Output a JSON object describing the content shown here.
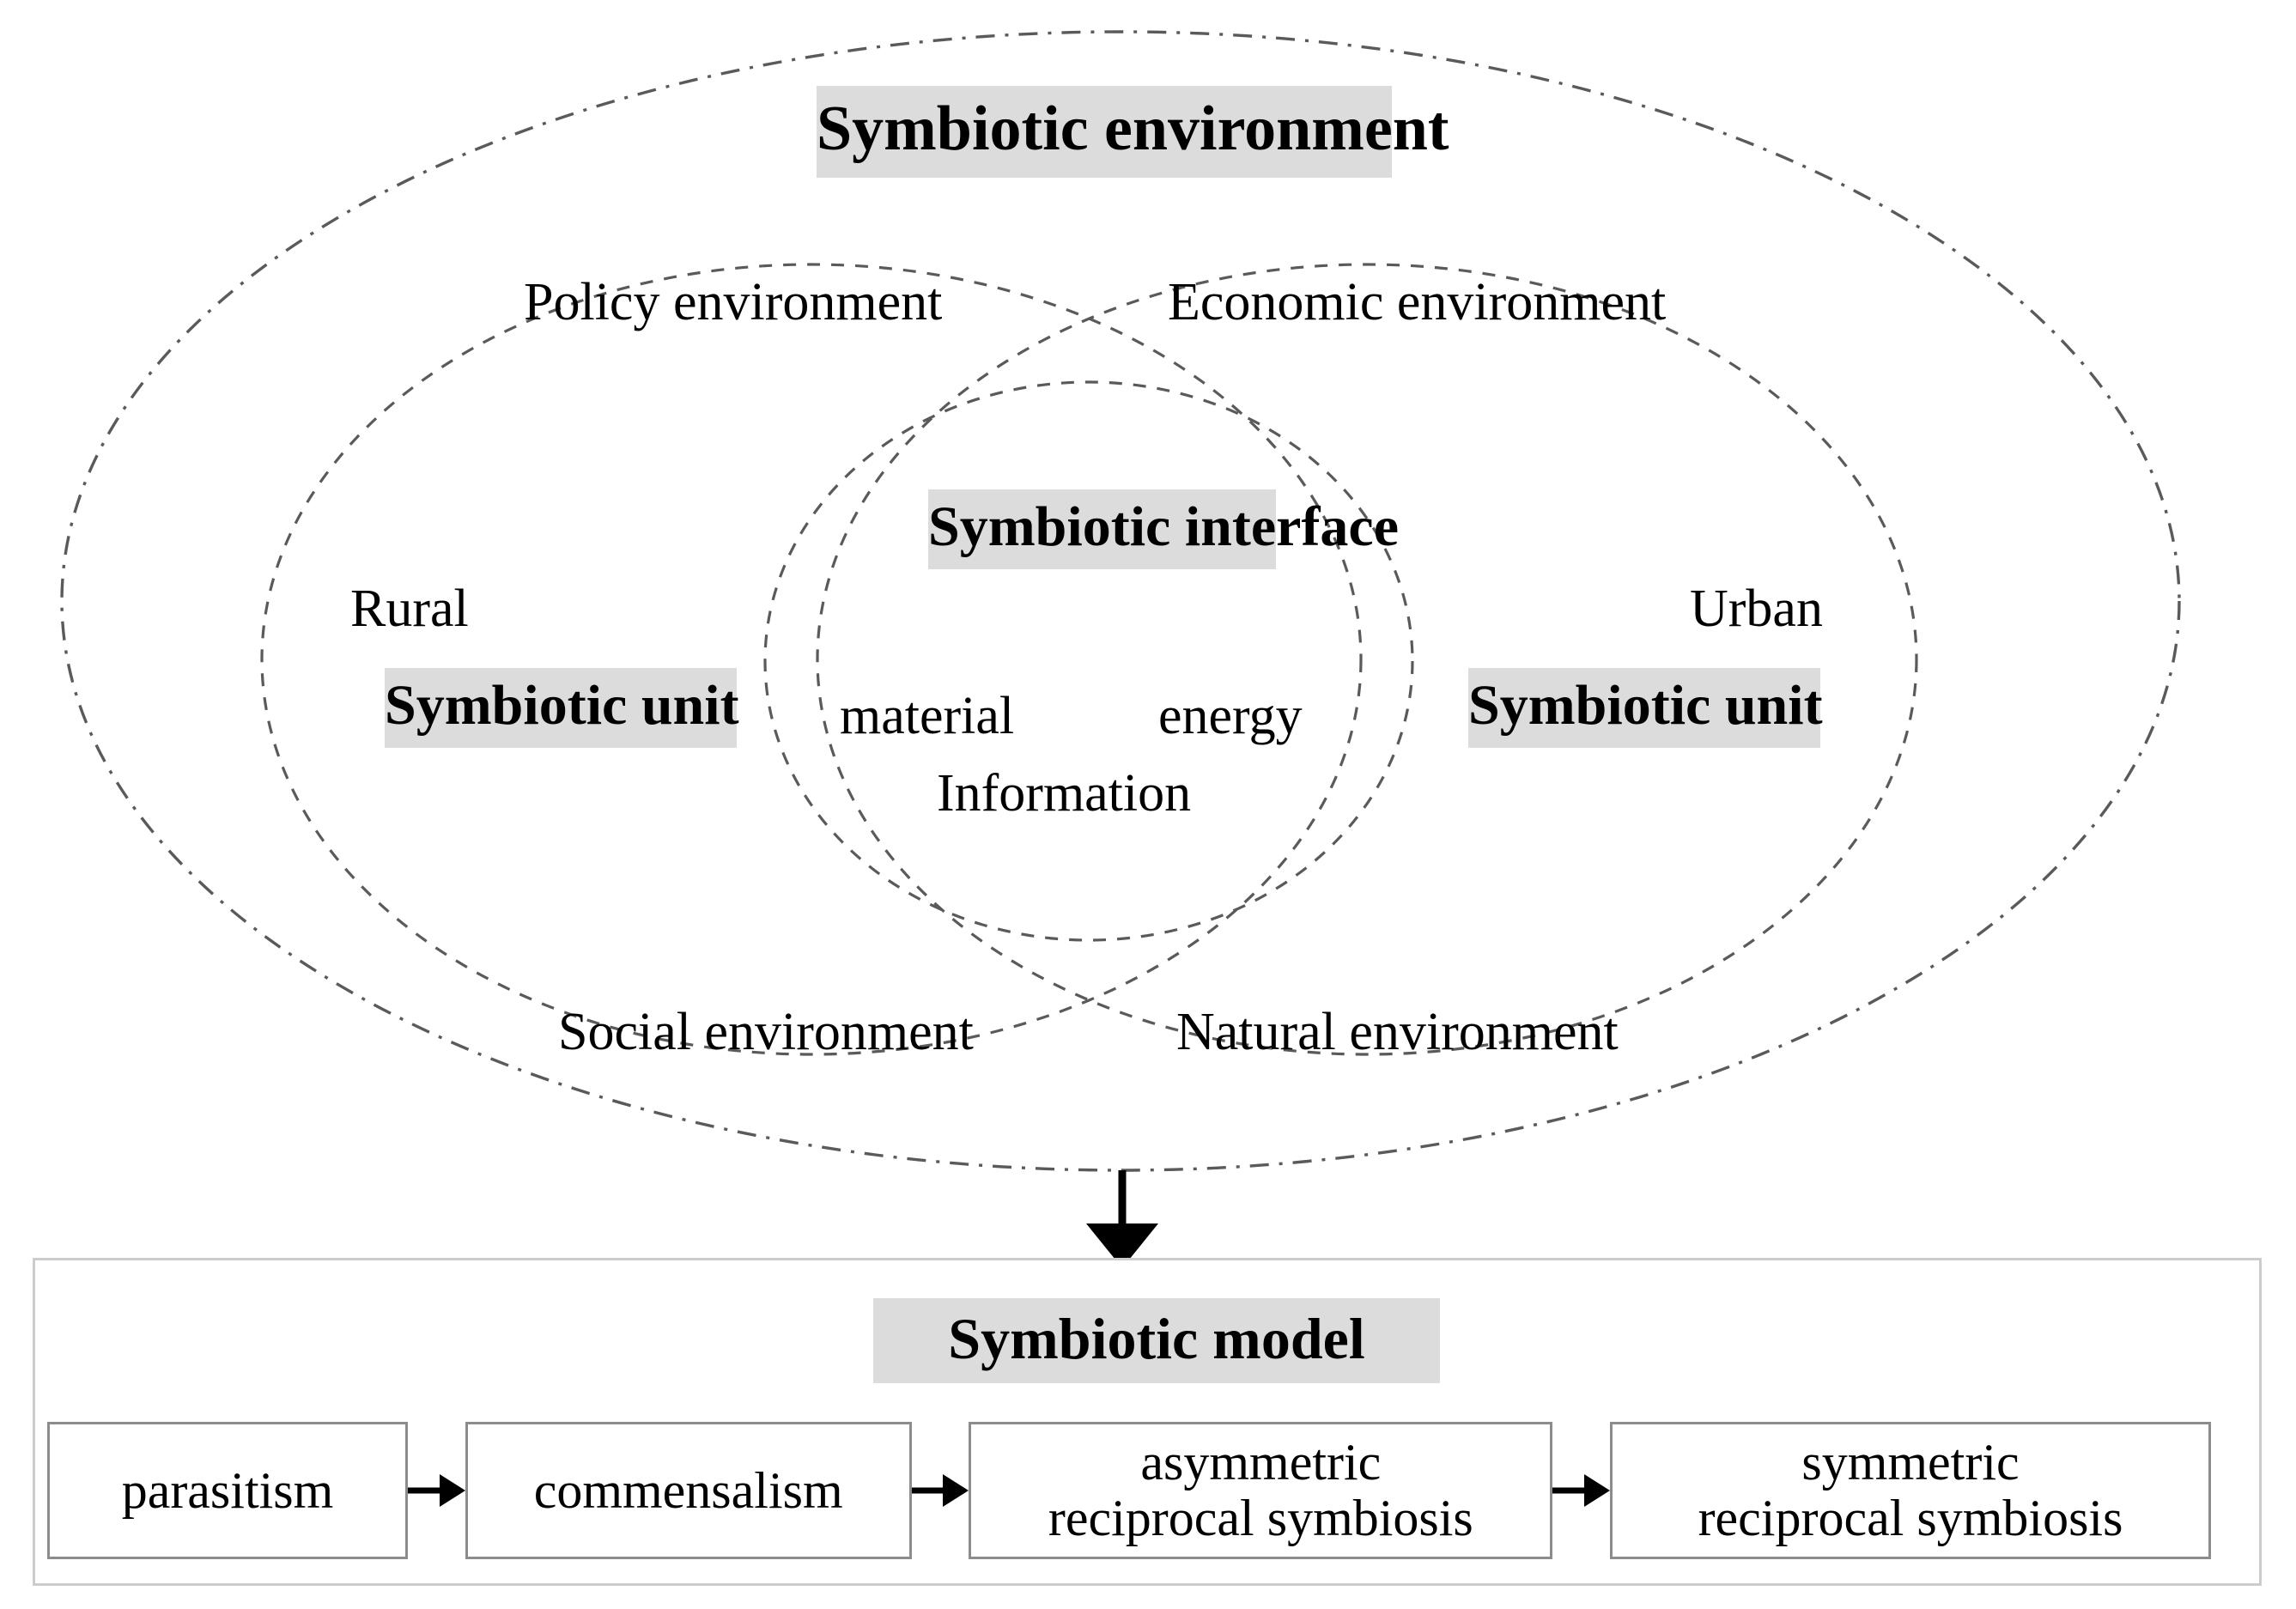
{
  "diagram": {
    "outer": {
      "title": "Symbiotic environment",
      "corner_labels": {
        "policy": "Policy environment",
        "economic": "Economic environment",
        "social": "Social environment",
        "natural": "Natural environment"
      }
    },
    "left_unit": {
      "side_label": "Rural",
      "title": "Symbiotic unit"
    },
    "right_unit": {
      "side_label": "Urban",
      "title": "Symbiotic unit"
    },
    "interface": {
      "title": "Symbiotic interface",
      "flows": {
        "material": "material",
        "energy": "energy",
        "information": "Information"
      }
    },
    "model": {
      "title": "Symbiotic model",
      "stages": [
        "parasitism",
        "commensalism",
        "asymmetric\nreciprocal symbiosis",
        "symmetric\nreciprocal symbiosis"
      ]
    },
    "colors": {
      "highlight_fill": "#dcdcdc",
      "stroke": "#555555",
      "panel_border": "#cccccc",
      "node_border": "#8c8c8c",
      "arrow": "#000000",
      "text": "#000000"
    }
  }
}
